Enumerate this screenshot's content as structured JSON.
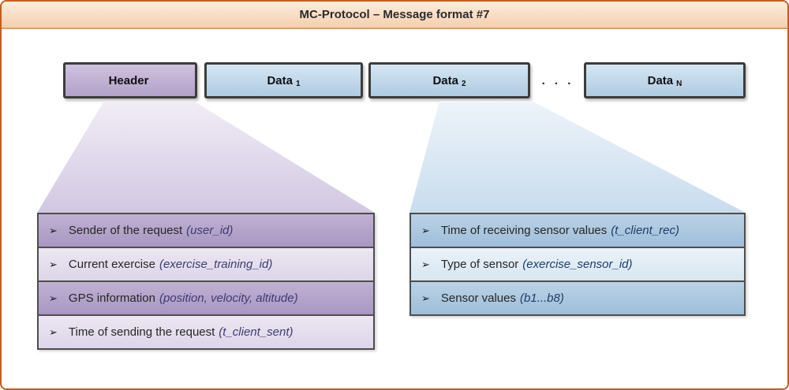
{
  "title_bar": {
    "title": "MC-Protocol – Message format #7"
  },
  "bullet": "➢",
  "message_segments": {
    "boxes": [
      {
        "label": "Header",
        "subscript": ""
      },
      {
        "label": "Data",
        "subscript": "1"
      },
      {
        "label": "Data",
        "subscript": "2"
      },
      {
        "label": "Data",
        "subscript": "N"
      }
    ],
    "ellipsis": ". . ."
  },
  "header_details": {
    "items": [
      {
        "text": "Sender of the request",
        "param": "(user_id)"
      },
      {
        "text": "Current exercise",
        "param": "(exercise_training_id)"
      },
      {
        "text": "GPS information",
        "param": "(position, velocity, altitude)"
      },
      {
        "text": "Time of sending the request",
        "param": "(t_client_sent)"
      }
    ]
  },
  "data_details": {
    "items": [
      {
        "text": "Time of receiving sensor values",
        "param": "(t_client_rec)"
      },
      {
        "text": "Type of sensor",
        "param": "(exercise_sensor_id)"
      },
      {
        "text": "Sensor values",
        "param": "(b1...b8)"
      }
    ]
  },
  "colors": {
    "frame_border": "#c35f1f",
    "titlebar_top": "#fcedde",
    "titlebar_bottom": "#f4cfad",
    "titlebar_border": "#dd9c66",
    "box_border": "#3c3c3c",
    "header_fill_top": "#cfc2dd",
    "header_fill_bottom": "#b3a1ca",
    "data_fill_top": "#d6e6f2",
    "data_fill_bottom": "#adcbe2",
    "purple_row_dark_top": "#c0b1d3",
    "purple_row_dark_bottom": "#a897c2",
    "purple_row_light_top": "#ece7f2",
    "purple_row_light_bottom": "#ddd5e9",
    "blue_row_dark_top": "#bad2e6",
    "blue_row_dark_bottom": "#9fbeda",
    "blue_row_light_top": "#ebf2f8",
    "blue_row_light_bottom": "#d7e6f1",
    "purple_param": "#3e3b72",
    "blue_param": "#1f3c68",
    "funnel_purple_top": "#f1edf6",
    "funnel_purple_bottom": "#d2c7e2",
    "funnel_blue_top": "#eef4fa",
    "funnel_blue_bottom": "#c8dcee",
    "text_main": "#262626"
  }
}
